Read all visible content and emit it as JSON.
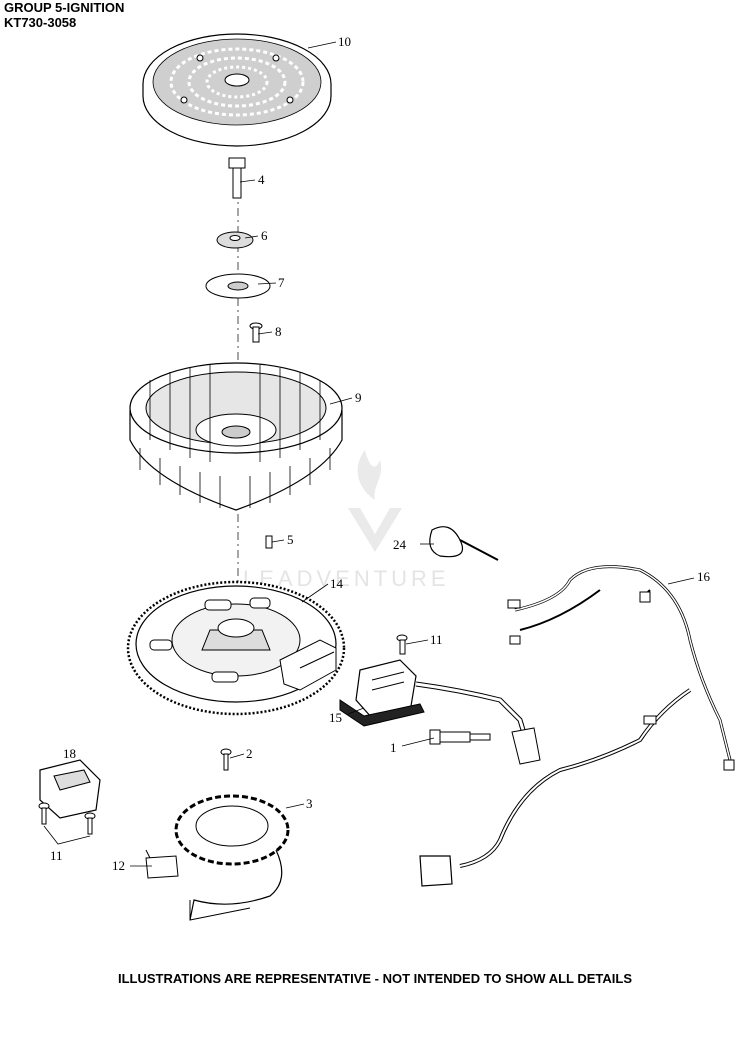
{
  "header": {
    "group": "GROUP 5-IGNITION",
    "model": "KT730-3058"
  },
  "callouts": {
    "c10": "10",
    "c4": "4",
    "c6": "6",
    "c7": "7",
    "c8": "8",
    "c9": "9",
    "c5": "5",
    "c24": "24",
    "c14": "14",
    "c16": "16",
    "c11a": "11",
    "c15": "15",
    "c1": "1",
    "c18": "18",
    "c2": "2",
    "c3": "3",
    "c11b": "11",
    "c12": "12"
  },
  "watermark": "LEADVENTURE",
  "footer": "ILLUSTRATIONS ARE REPRESENTATIVE - NOT INTENDED TO SHOW ALL DETAILS",
  "colors": {
    "line": "#000000",
    "part_fill": "#ffffff",
    "shade": "#d8d8d8",
    "watermark": "#e2e2e2"
  }
}
